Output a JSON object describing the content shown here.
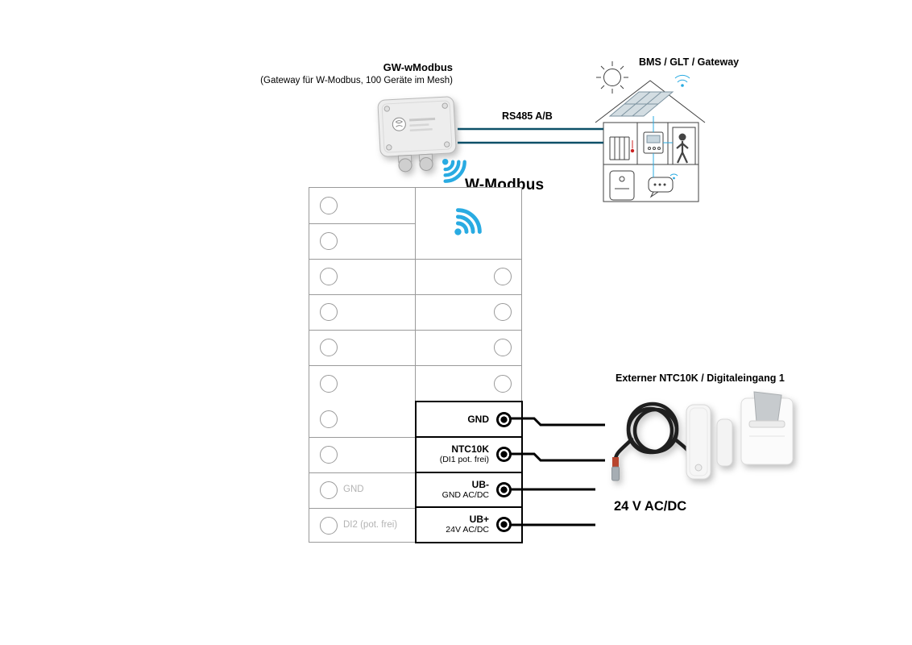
{
  "diagram": {
    "gateway": {
      "name": "GW-wModbus",
      "subtitle": "(Gateway für W-Modbus, 100 Geräte im Mesh)"
    },
    "bus": {
      "rs485_label": "RS485 A/B",
      "wmodbus_label": "W-Modbus"
    },
    "bms_label": "BMS / GLT / Gateway",
    "external": {
      "title": "Externer NTC10K / Digitaleingang 1",
      "power_label": "24 V AC/DC"
    },
    "terminals": {
      "left_labels": {
        "gnd": "GND",
        "di2": "DI2 (pot. frei)"
      },
      "cells": [
        {
          "label": "GND",
          "sub": ""
        },
        {
          "label": "NTC10K",
          "sub": "(DI1 pot. frei)"
        },
        {
          "label": "UB-",
          "sub": "GND AC/DC"
        },
        {
          "label": "UB+",
          "sub": "24V AC/DC"
        }
      ]
    },
    "colors": {
      "accent_blue": "#29abe2",
      "bus_line": "#0d5068",
      "wire_black": "#000000",
      "grid_gray": "#9a9a9a"
    },
    "icons": [
      "wifi-icon",
      "sun-icon",
      "solar-panel-icon",
      "radiator-icon",
      "thermostat-icon",
      "person-icon",
      "boiler-icon",
      "speech-bubble-icon",
      "terminal-dot"
    ]
  }
}
